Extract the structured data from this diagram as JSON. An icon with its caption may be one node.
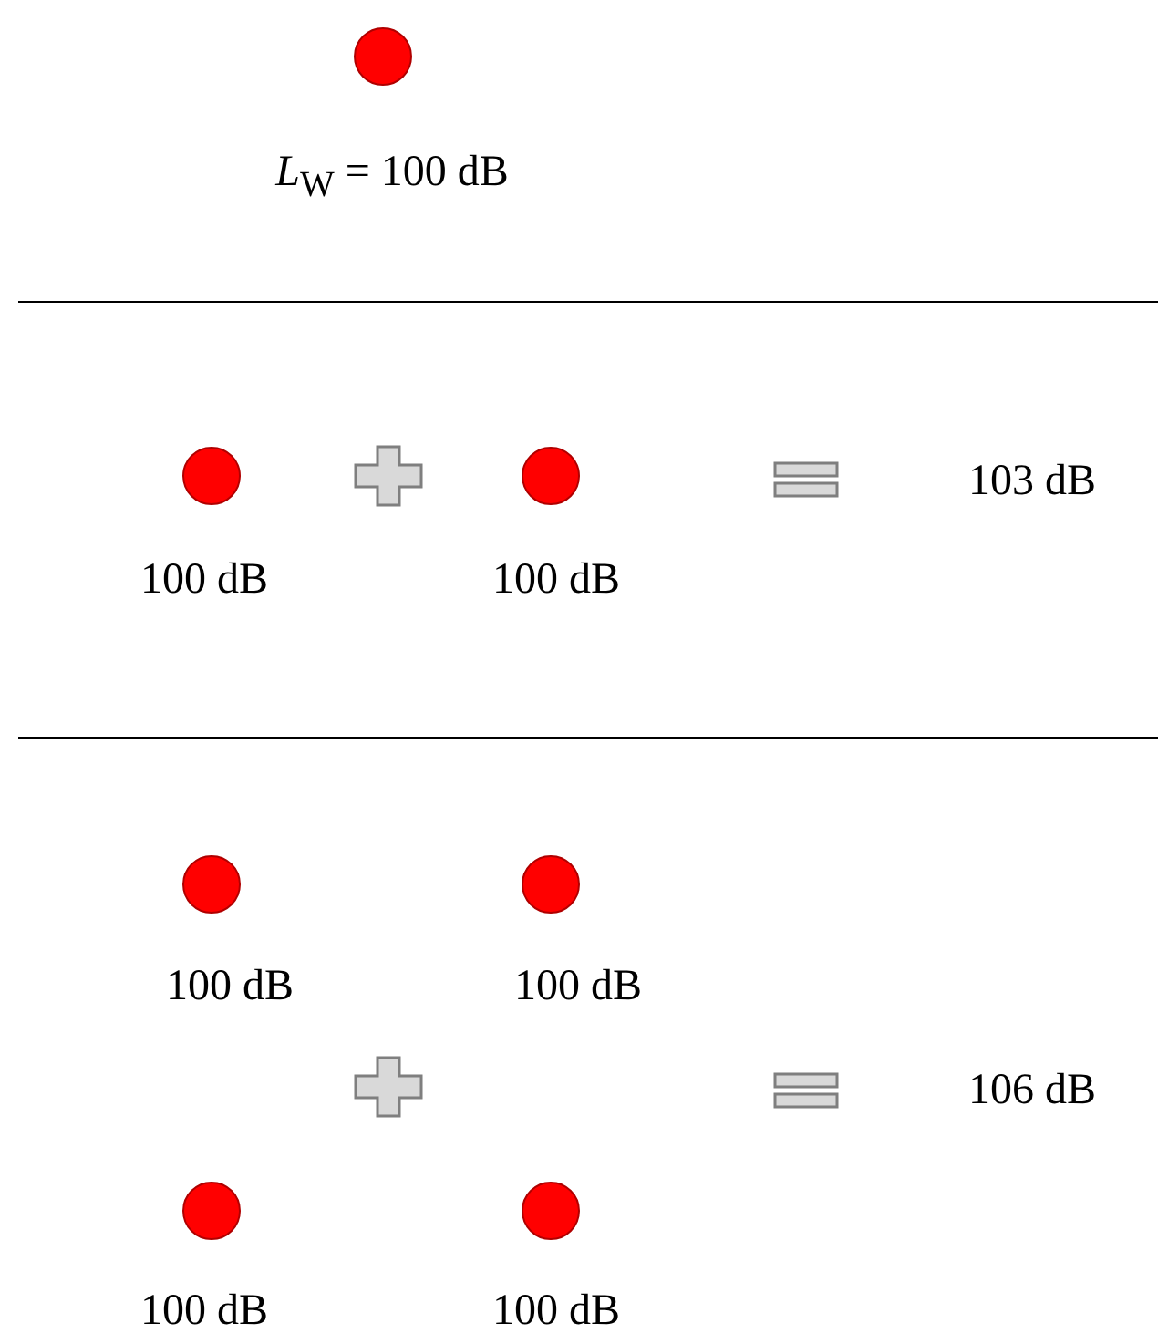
{
  "diagram": {
    "nodes": [
      {
        "text": [],
        "shape": "circle",
        "beside": [
          "*L*$_{W}$ = 100 dB"
        ]
      },
      {
        "text": [],
        "shape": "circle",
        "beside": [
          "100 dB"
        ]
      },
      {
        "text": [],
        "shape": "circle",
        "beside": [
          "100 dB"
        ]
      },
      {
        "text": [],
        "shape": "circle",
        "beside": [
          "100 dB"
        ]
      },
      {
        "text": [],
        "shape": "circle",
        "beside": [
          "100 dB"
        ]
      },
      {
        "text": [],
        "shape": "circle",
        "beside": [
          "100 dB"
        ]
      },
      {
        "text": [],
        "shape": "circle",
        "beside": [
          "100 dB"
        ]
      }
    ],
    "labels": [
      "103 dB",
      "106 dB"
    ]
  }
}
